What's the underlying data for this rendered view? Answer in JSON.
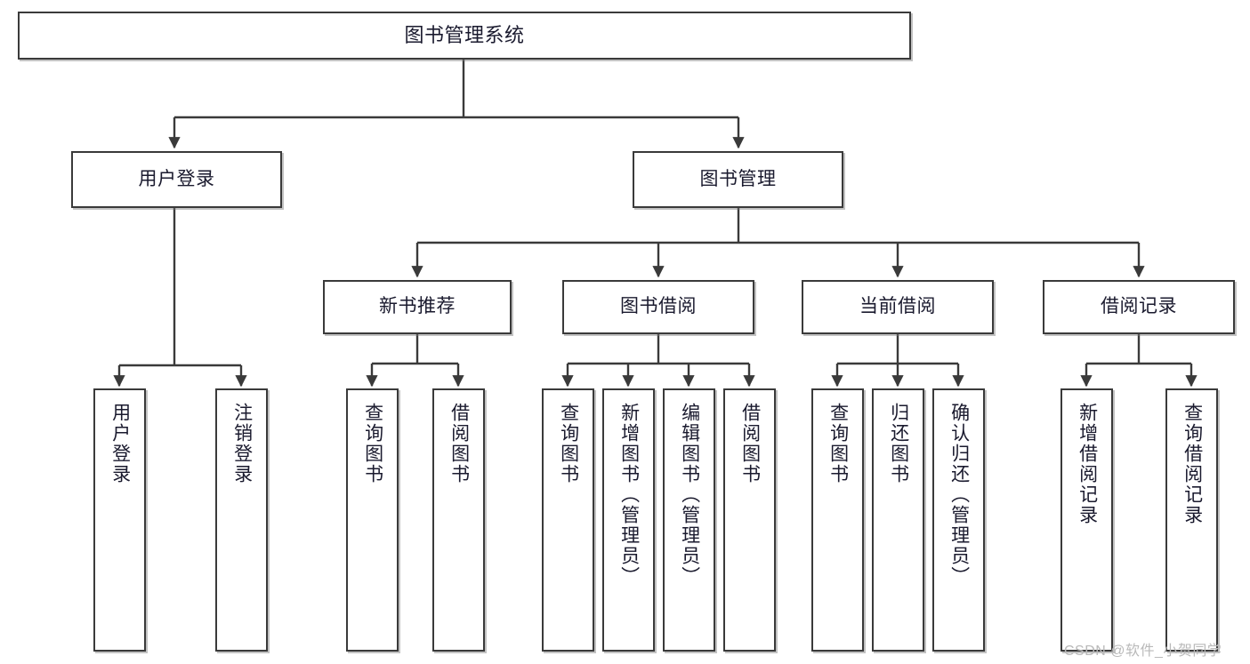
{
  "diagram": {
    "title": "图书管理系统",
    "type": "tree-hierarchy",
    "levels": 4,
    "root": {
      "label": "图书管理系统"
    },
    "level2": [
      {
        "label": "用户登录"
      },
      {
        "label": "图书管理"
      }
    ],
    "level3": [
      {
        "label": "新书推荐"
      },
      {
        "label": "图书借阅"
      },
      {
        "label": "当前借阅"
      },
      {
        "label": "借阅记录"
      }
    ],
    "leaves": {
      "user_login": [
        {
          "label": "用户登录"
        },
        {
          "label": "注销登录"
        }
      ],
      "new_book_recommend": [
        {
          "label": "查询图书"
        },
        {
          "label": "借阅图书"
        }
      ],
      "book_borrow": [
        {
          "label": "查询图书"
        },
        {
          "label": "新增图书（管理员）"
        },
        {
          "label": "编辑图书（管理员）"
        },
        {
          "label": "借阅图书"
        }
      ],
      "current_borrow": [
        {
          "label": "查询图书"
        },
        {
          "label": "归还图书"
        },
        {
          "label": "确认归还（管理员）"
        }
      ],
      "borrow_record": [
        {
          "label": "新增借阅记录"
        },
        {
          "label": "查询借阅记录"
        }
      ]
    }
  },
  "watermark": {
    "text": "CSDN @软件_小贺同学"
  },
  "colors": {
    "border": "#3a3a3a",
    "text": "#1a1a2e",
    "background": "#ffffff",
    "watermark": "#b9b9b9"
  }
}
